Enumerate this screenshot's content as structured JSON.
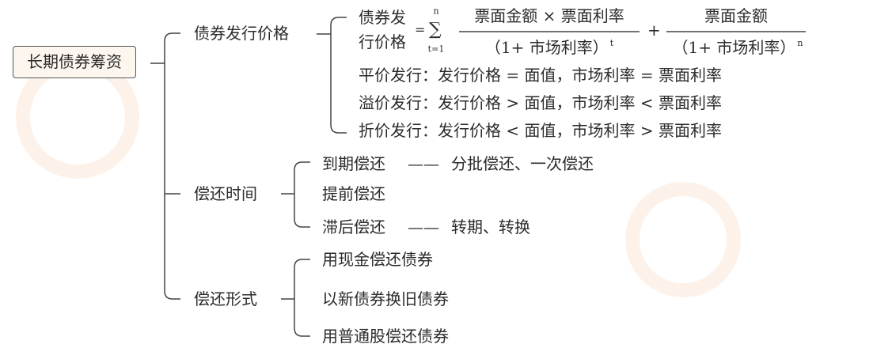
{
  "root": "长期债券筹资",
  "branches": [
    {
      "label": "债券发行价格",
      "formula": {
        "lhs_line1": "债券发",
        "lhs_line2": "行价格",
        "equals": "=",
        "sigma": "∑",
        "sigma_top": "n",
        "sigma_bottom": "t=1",
        "frac1_num": "票面金额 × 票面利率",
        "frac1_den": "（1+ 市场利率）",
        "frac1_exp": "t",
        "plus": "+",
        "frac2_num": "票面金额",
        "frac2_den": "（1+ 市场利率）",
        "frac2_exp": "n"
      },
      "items": [
        "平价发行：发行价格 = 面值，市场利率 = 票面利率",
        "溢价发行：发行价格 > 面值，市场利率 < 票面利率",
        "折价发行：发行价格 < 面值，市场利率 > 票面利率"
      ]
    },
    {
      "label": "偿还时间",
      "items": [
        {
          "text": "到期偿还",
          "dash": "——",
          "detail": "分批偿还、一次偿还"
        },
        {
          "text": "提前偿还"
        },
        {
          "text": "滞后偿还",
          "dash": "——",
          "detail": "转期、转换"
        }
      ]
    },
    {
      "label": "偿还形式",
      "items": [
        "用现金偿还债券",
        "以新债券换旧债券",
        "用普通股偿还债券"
      ]
    }
  ]
}
